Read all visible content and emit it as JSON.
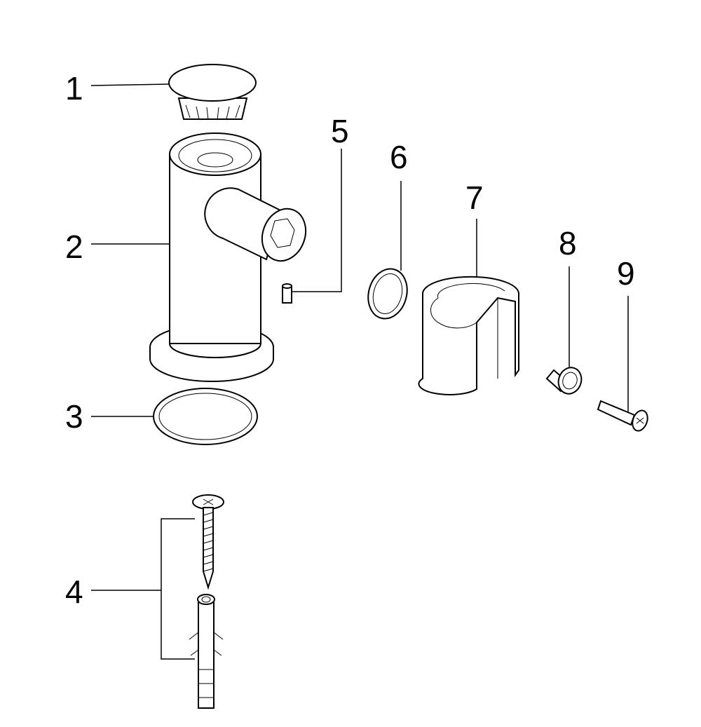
{
  "diagram": {
    "type": "exploded-parts-view",
    "callouts": [
      {
        "number": "1",
        "part": "cap"
      },
      {
        "number": "2",
        "part": "wall-connection-body"
      },
      {
        "number": "3",
        "part": "o-ring-large"
      },
      {
        "number": "4",
        "part": "screw-and-wall-plug"
      },
      {
        "number": "5",
        "part": "pin"
      },
      {
        "number": "6",
        "part": "o-ring-small"
      },
      {
        "number": "7",
        "part": "holder-sleeve"
      },
      {
        "number": "8",
        "part": "bushing"
      },
      {
        "number": "9",
        "part": "screw"
      }
    ]
  }
}
